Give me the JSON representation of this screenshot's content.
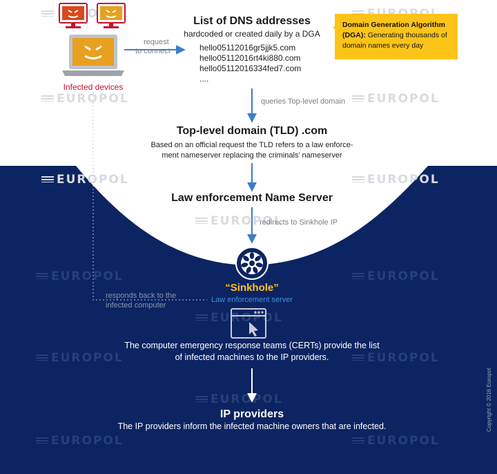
{
  "dns": {
    "title": "List of DNS addresses",
    "subtitle": "hardcoded or created daily by a DGA",
    "addresses": [
      "hello05112016gr5jjk5.com",
      "hello05112016rt4ki880.com",
      "hello05112016334fed7.com",
      "...."
    ]
  },
  "dga_note": {
    "title": "Domain Generation Algorithm (DGA):",
    "text": "Generating thousands of domain names every day"
  },
  "infected": {
    "label": "Infected devices"
  },
  "arrow_request": {
    "line1": "request",
    "line2": "to connect"
  },
  "arrow_queries": {
    "label": "queries Top-level domain"
  },
  "tld": {
    "title": "Top-level domain (TLD) .com",
    "line1": "Based on an official request the TLD refers to a law enforce-",
    "line2": "ment nameserver replacing the criminals’ nameserver"
  },
  "law_ns": {
    "title": "Law enforcement Name Server"
  },
  "arrow_redirect": {
    "label": "redirects to Sinkhole IP"
  },
  "sinkhole": {
    "title": "“Sinkhole”",
    "subtitle": "Law enforcement server"
  },
  "responds": {
    "line1": "responds back to the",
    "line2": "infected computer"
  },
  "certs": {
    "line1": "The computer emergency response teams (CERTs) provide the list",
    "line2": "of infected machines to the IP providers."
  },
  "ip": {
    "title": "IP providers",
    "text": "The IP providers inform the infected machine owners that are infected."
  },
  "copyright": "Copyright © 2016 Europol",
  "watermark": "EUROPOL",
  "colors": {
    "navy": "#0c2461",
    "yellow": "#fcc419",
    "arrow": "#3d7cc9",
    "orange": "#e8a020",
    "red": "#c8102e"
  }
}
